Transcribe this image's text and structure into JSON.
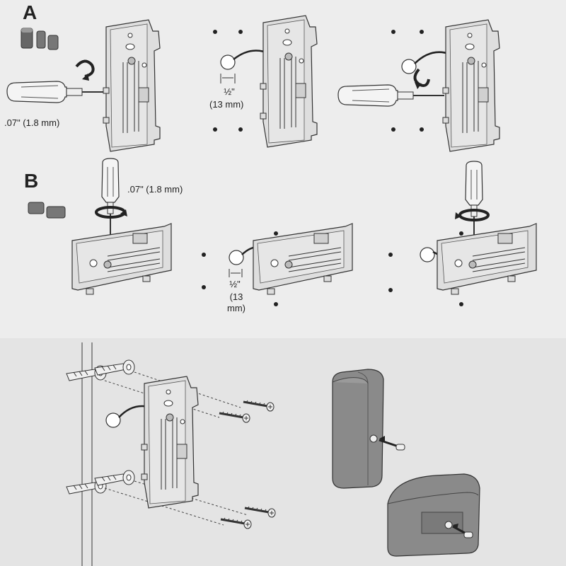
{
  "section_a": {
    "letter": "A",
    "bit_size": ".07\" (1.8 mm)",
    "offset_fraction": "½\"",
    "offset_metric": "(13 mm)"
  },
  "section_b": {
    "letter": "B",
    "bit_size": ".07\" (1.8 mm)",
    "offset_fraction": "½\"",
    "offset_metric_line1": "(13",
    "offset_metric_line2": "mm)"
  },
  "icons": {
    "screwdriver": "screwdriver-icon",
    "rotate_arrow": "rotate-arrow-icon",
    "bracket": "mounting-bracket-icon",
    "anchor": "wall-anchor-icon",
    "screw": "screw-icon",
    "speaker": "speaker-icon"
  },
  "colors": {
    "line": "#333333",
    "metal": "#dcdcdc",
    "speaker_body": "#8a8a8a",
    "speaker_face": "#6e6e6e"
  }
}
